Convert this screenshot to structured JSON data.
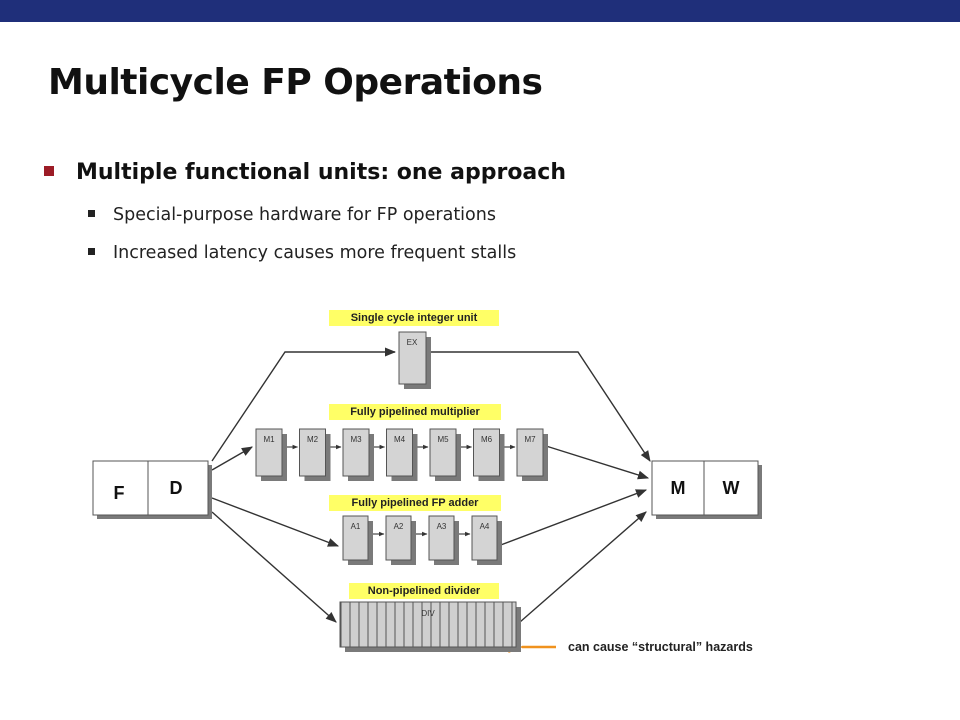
{
  "slide": {
    "title": "Multicycle FP Operations",
    "bullet": "Multiple functional units: one approach",
    "sub_bullets": [
      "Special-purpose hardware for FP operations",
      "Increased latency causes more frequent stalls"
    ]
  },
  "diagram": {
    "front": [
      "F",
      "D"
    ],
    "back": [
      "M",
      "W"
    ],
    "units": [
      {
        "label": "Single cycle integer unit",
        "stages": [
          "EX"
        ]
      },
      {
        "label": "Fully pipelined multiplier",
        "stages": [
          "M1",
          "M2",
          "M3",
          "M4",
          "M5",
          "M6",
          "M7"
        ]
      },
      {
        "label": "Fully pipelined FP adder",
        "stages": [
          "A1",
          "A2",
          "A3",
          "A4"
        ]
      },
      {
        "label": "Non-pipelined divider",
        "stages": [
          "DIV"
        ]
      }
    ],
    "note": "can cause “structural” hazards"
  },
  "colors": {
    "header_bar": "#1f2f7a",
    "bullet_marker": "#9c1c26",
    "label_bg": "#ffff66",
    "note_arrow": "#f0921e"
  }
}
